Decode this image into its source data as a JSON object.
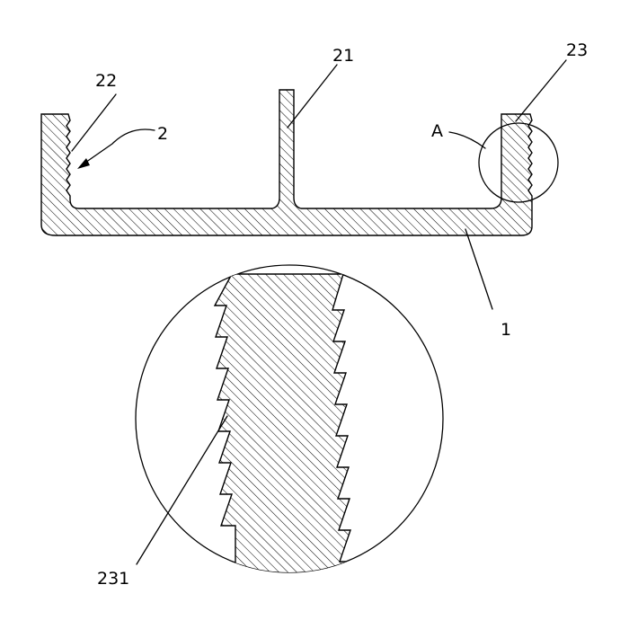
{
  "labels": {
    "part_1": "1",
    "part_2": "2",
    "part_21": "21",
    "part_22": "22",
    "part_23": "23",
    "part_231": "231",
    "detail_a": "A"
  },
  "colors": {
    "line": "#000000",
    "background": "#ffffff"
  }
}
